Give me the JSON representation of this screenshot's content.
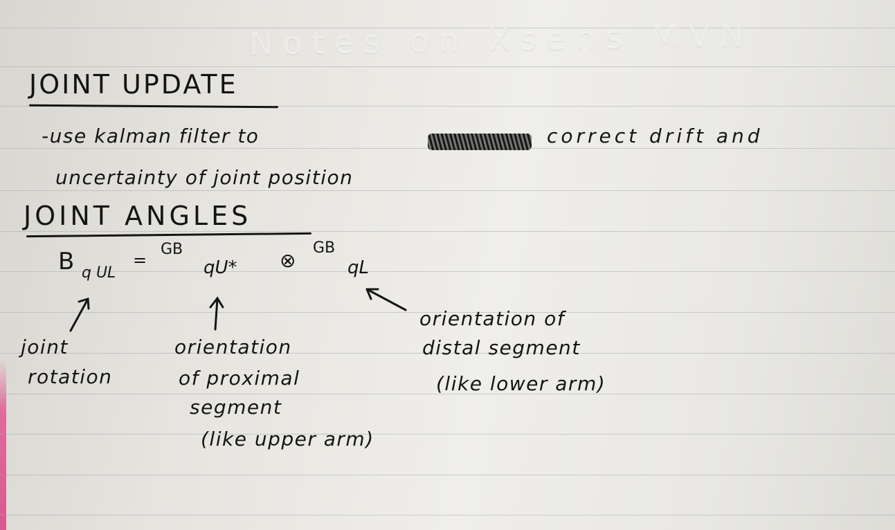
{
  "faint_title": "Notes on Xsens MVN",
  "section1": {
    "heading": "JOINT UPDATE",
    "line1_before": "-use kalman filter to",
    "line1_after": "correct drift and",
    "line2": "uncertainty of joint position"
  },
  "section2": {
    "heading": "JOINT ANGLES",
    "formula": {
      "lhs_symbol": "B",
      "lhs_sub": "q UL",
      "equals": "=",
      "term1_sup": "GB",
      "term1_sub": "qU*",
      "operator": "⊗",
      "term2_sup": "GB",
      "term2_sub": "qL"
    },
    "annotations": {
      "joint": [
        "joint",
        "rotation"
      ],
      "proximal": [
        "orientation",
        "of proximal",
        "segment",
        "(like upper arm)"
      ],
      "distal": [
        "orientation of",
        "distal segment",
        "(like lower arm)"
      ]
    }
  },
  "colors": {
    "ink": "#141414",
    "paper": "#e9e8e4",
    "ruling": "#aaacb4",
    "binding_edge": "#d9588f"
  }
}
